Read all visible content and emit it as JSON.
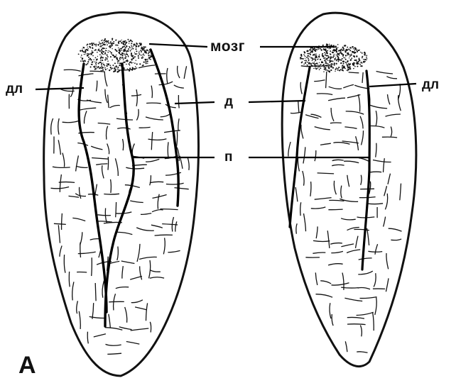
{
  "labels": {
    "brain": "мозг",
    "lateral_left": "дл",
    "lateral_right": "дл",
    "dorsal": "д",
    "ventral": "п",
    "panel": "А"
  }
}
